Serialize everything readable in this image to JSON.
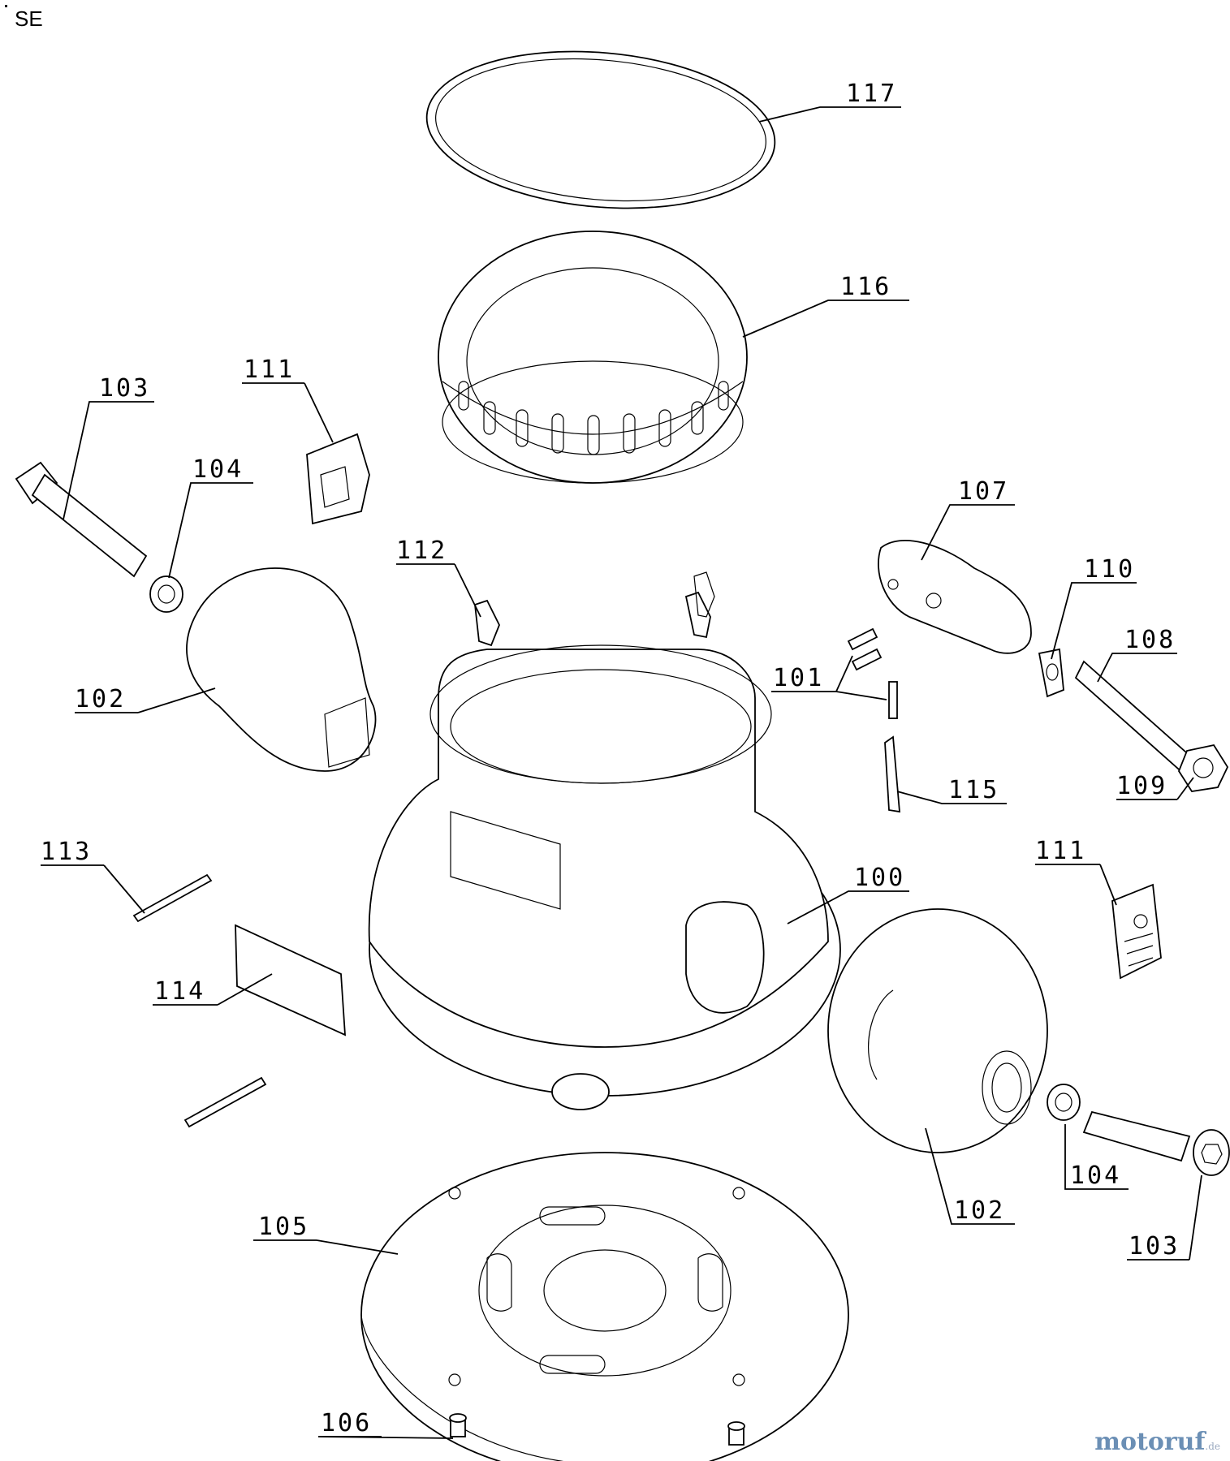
{
  "view_label": "SE",
  "callouts": [
    "117",
    "116",
    "103",
    "111",
    "104",
    "112",
    "107",
    "110",
    "108",
    "102",
    "101",
    "109",
    "115",
    "113",
    "100",
    "111",
    "114",
    "104",
    "102",
    "103",
    "105",
    "106"
  ],
  "watermark": {
    "brand": "motoruf",
    "suffix": ".de"
  }
}
